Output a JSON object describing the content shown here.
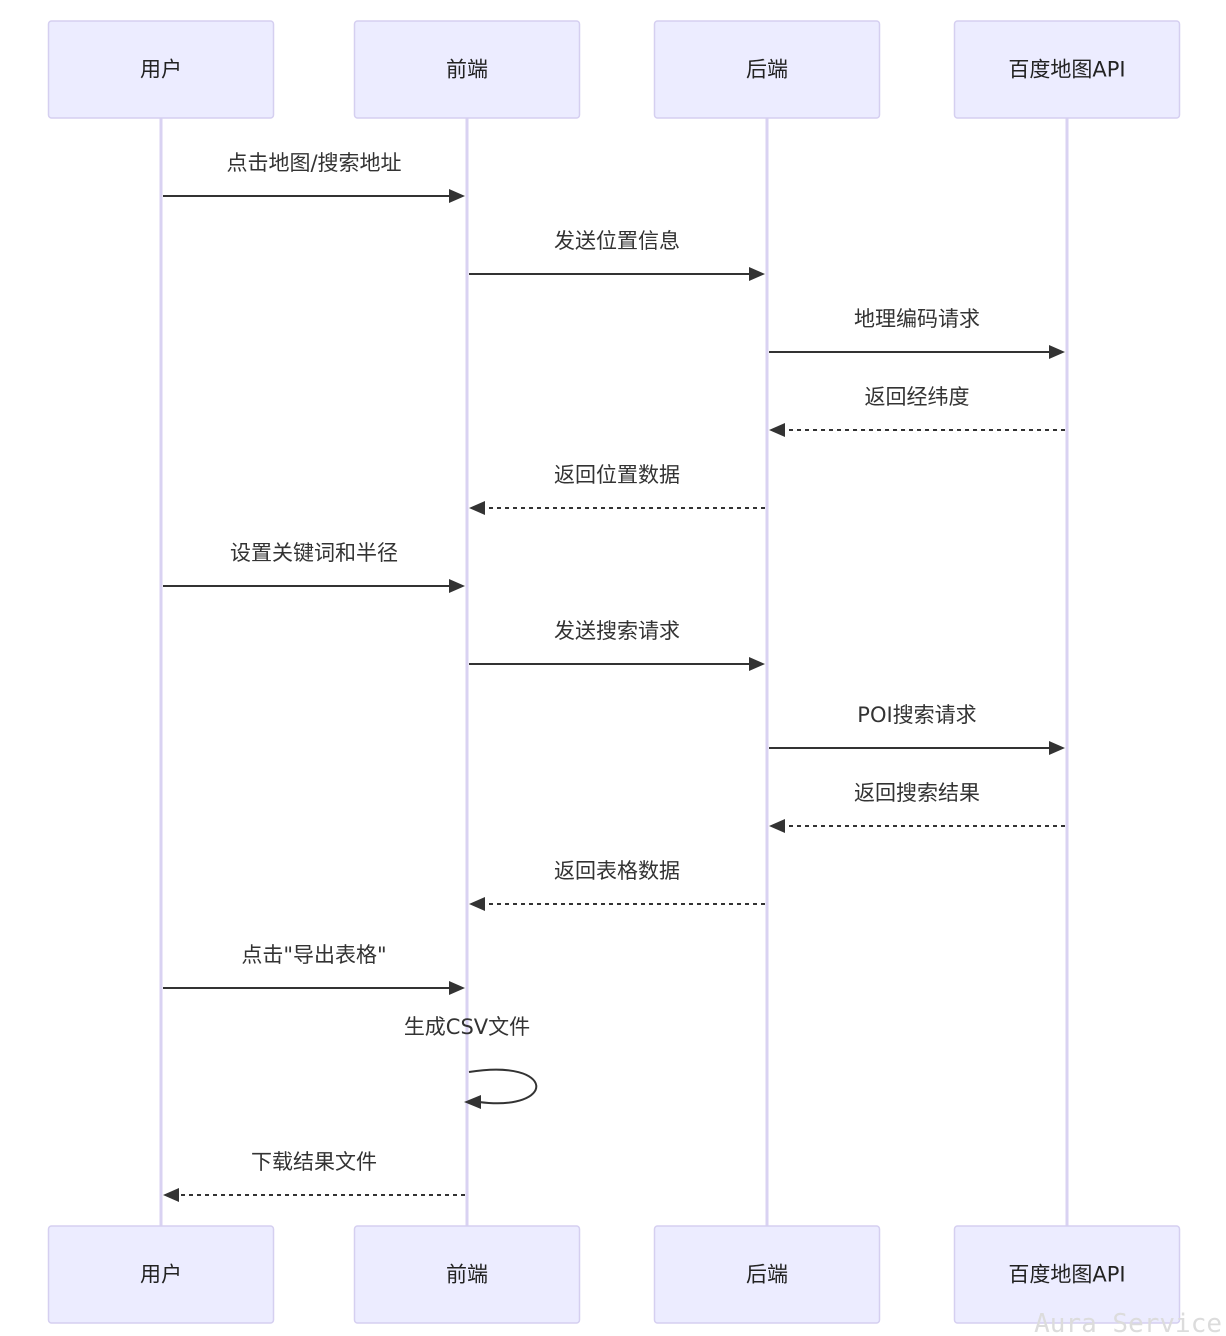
{
  "actors": [
    {
      "id": "user",
      "label": "用户"
    },
    {
      "id": "frontend",
      "label": "前端"
    },
    {
      "id": "backend",
      "label": "后端"
    },
    {
      "id": "baidu",
      "label": "百度地图API"
    }
  ],
  "messages": [
    {
      "from": "user",
      "to": "frontend",
      "label": "点击地图/搜索地址",
      "style": "solid"
    },
    {
      "from": "frontend",
      "to": "backend",
      "label": "发送位置信息",
      "style": "solid"
    },
    {
      "from": "backend",
      "to": "baidu",
      "label": "地理编码请求",
      "style": "solid"
    },
    {
      "from": "baidu",
      "to": "backend",
      "label": "返回经纬度",
      "style": "dashed"
    },
    {
      "from": "backend",
      "to": "frontend",
      "label": "返回位置数据",
      "style": "dashed"
    },
    {
      "from": "user",
      "to": "frontend",
      "label": "设置关键词和半径",
      "style": "solid"
    },
    {
      "from": "frontend",
      "to": "backend",
      "label": "发送搜索请求",
      "style": "solid"
    },
    {
      "from": "backend",
      "to": "baidu",
      "label": "POI搜索请求",
      "style": "solid"
    },
    {
      "from": "baidu",
      "to": "backend",
      "label": "返回搜索结果",
      "style": "dashed"
    },
    {
      "from": "backend",
      "to": "frontend",
      "label": "返回表格数据",
      "style": "dashed"
    },
    {
      "from": "user",
      "to": "frontend",
      "label": "点击\"导出表格\"",
      "style": "solid"
    },
    {
      "from": "frontend",
      "to": "frontend",
      "label": "生成CSV文件",
      "style": "self"
    },
    {
      "from": "frontend",
      "to": "user",
      "label": "下载结果文件",
      "style": "dashed"
    }
  ],
  "watermark": "Aura Service"
}
